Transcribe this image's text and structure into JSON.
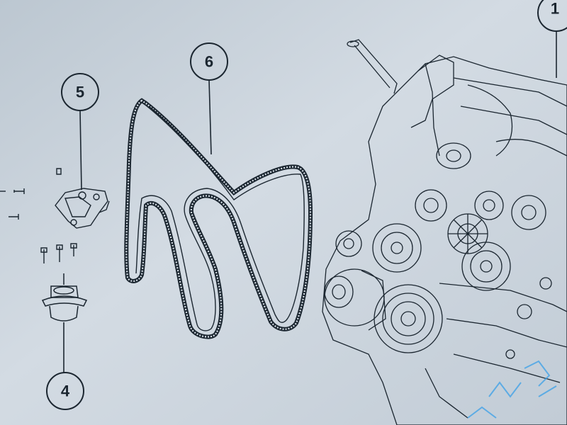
{
  "diagram": {
    "callouts": [
      {
        "id": "callout-1",
        "label": "1"
      },
      {
        "id": "callout-4",
        "label": "4"
      },
      {
        "id": "callout-5",
        "label": "5"
      },
      {
        "id": "callout-6",
        "label": "6"
      }
    ]
  },
  "colors": {
    "background": "#c9d3dc",
    "ink": "#1b2630",
    "paper_light": "#d6dee6",
    "watermark_accent": "#3aa0e8"
  },
  "icons": {
    "belt": "serpentine-belt-icon",
    "engine": "engine-assembly-icon",
    "tensioner": "belt-tensioner-icon",
    "mount": "engine-mount-icon"
  }
}
